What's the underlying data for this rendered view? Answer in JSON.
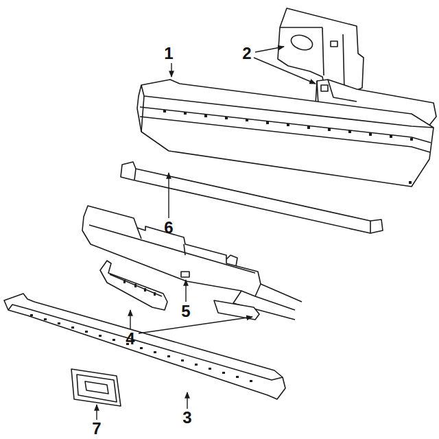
{
  "diagram": {
    "labels": [
      "1",
      "2",
      "6",
      "5",
      "4",
      "3",
      "7"
    ]
  }
}
